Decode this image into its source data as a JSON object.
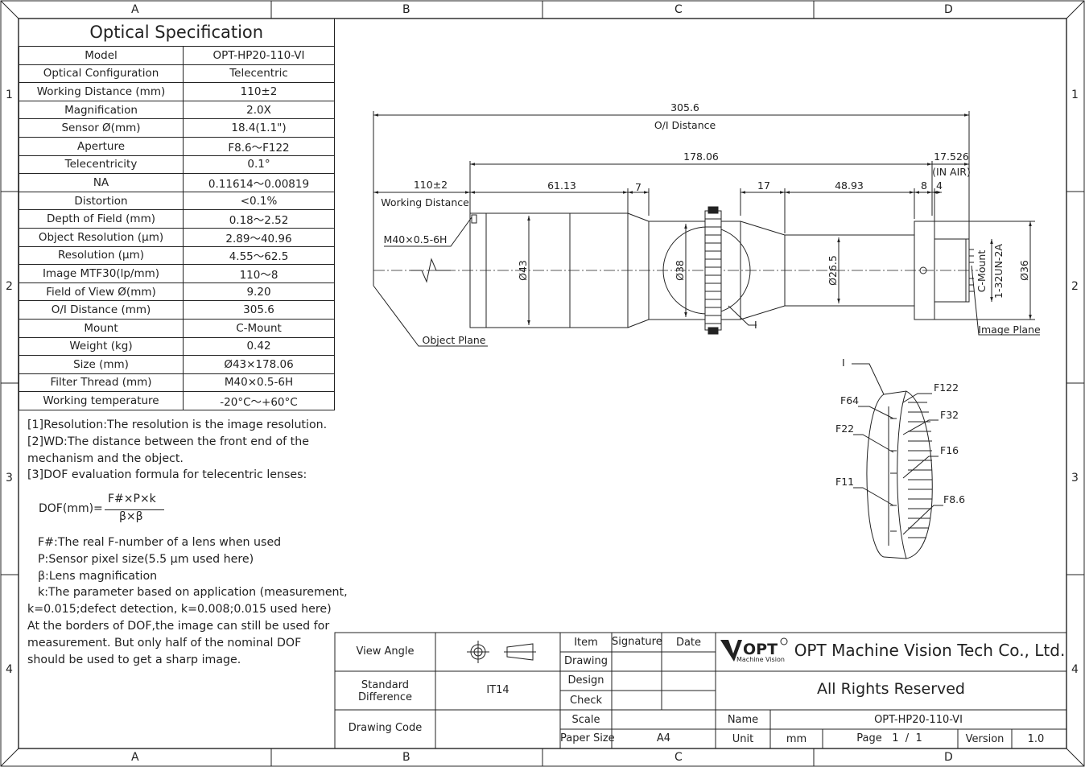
{
  "zones": {
    "columns": [
      "A",
      "B",
      "C",
      "D"
    ],
    "rows": [
      "1",
      "2",
      "3",
      "4"
    ]
  },
  "spec": {
    "title": "Optical Specification",
    "rows": [
      {
        "key": "Model",
        "value": "OPT-HP20-110-VI"
      },
      {
        "key": "Optical Configuration",
        "value": "Telecentric"
      },
      {
        "key": "Working Distance (mm)",
        "value": "110±2"
      },
      {
        "key": "Magnification",
        "value": "2.0X"
      },
      {
        "key": "Sensor Ø(mm)",
        "value": "18.4(1.1\")"
      },
      {
        "key": "Aperture",
        "value": "F8.6～F122"
      },
      {
        "key": "Telecentricity",
        "value": "0.1°"
      },
      {
        "key": "NA",
        "value": "0.11614～0.00819"
      },
      {
        "key": "Distortion",
        "value": "<0.1%"
      },
      {
        "key": "Depth of Field (mm)",
        "value": "0.18～2.52"
      },
      {
        "key": "Object Resolution (μm)",
        "value": "2.89～40.96"
      },
      {
        "key": "Resolution (μm)",
        "value": "4.55～62.5"
      },
      {
        "key": "Image MTF30(lp/mm)",
        "value": "110～8"
      },
      {
        "key": "Field of View Ø(mm)",
        "value": "9.20"
      },
      {
        "key": "O/I Distance (mm)",
        "value": "305.6"
      },
      {
        "key": "Mount",
        "value": "C-Mount"
      },
      {
        "key": "Weight (kg)",
        "value": "0.42"
      },
      {
        "key": "Size (mm)",
        "value": "Ø43×178.06"
      },
      {
        "key": "Filter Thread (mm)",
        "value": "M40×0.5-6H"
      },
      {
        "key": "Working temperature",
        "value": "-20°C～+60°C"
      }
    ]
  },
  "notes": [
    "[1]Resolution:The resolution is the image resolution.",
    "[2]WD:The distance between the front end of the mechanism and the object.",
    "[3]DOF evaluation formula for telecentric lenses:"
  ],
  "formula": {
    "lhs": "DOF(mm)=",
    "numerator": "F#×P×k",
    "denominator": "β×β"
  },
  "definitions": [
    "F#:The real F-number of a lens when used",
    "P:Sensor pixel size(5.5 μm used here)",
    "β:Lens magnification",
    "k:The parameter based on application (measurement, k=0.015;defect detection, k=0.008;0.015 used here)",
    "At the borders of DOF,the image can still be used for measurement. But only half of the nominal DOF should be used to get a sharp image."
  ],
  "drawing": {
    "oi_distance_value": "305.6",
    "oi_distance_label": "O/I Distance",
    "length_value": "178.06",
    "air_value": "17.526",
    "air_label": "(IN AIR)",
    "wd_value": "110±2",
    "wd_label": "Working Distance",
    "d1": "61.13",
    "d2": "7",
    "d3": "17",
    "d4": "48.93",
    "d5": "8",
    "d6": "4",
    "thread_label": "M40×0.5-6H",
    "dia43": "Ø43",
    "dia38": "Ø38",
    "dia26": "Ø26.5",
    "dia36": "Ø36",
    "cmount": "C-Mount",
    "cmount_thread": "1-32UN-2A",
    "object_plane": "Object Plane",
    "image_plane": "Image Plane",
    "ring_marker": "I",
    "detail_marker": "I",
    "f_labels": [
      "F122",
      "F64",
      "F32",
      "F22",
      "F16",
      "F11",
      "F8.6"
    ]
  },
  "title_block": {
    "view_angle": "View Angle",
    "standard_difference": "Standard Difference",
    "tolerance": "IT14",
    "drawing_code": "Drawing Code",
    "item": "Item",
    "signature": "Signature",
    "date": "Date",
    "drawing": "Drawing",
    "design": "Design",
    "check": "Check",
    "scale": "Scale",
    "paper_size": "Paper Size",
    "paper_value": "A4",
    "logo_text": "OPT",
    "logo_sub": "Machine Vision",
    "company": "OPT Machine Vision Tech Co., Ltd.",
    "rights": "All Rights Reserved",
    "name_label": "Name",
    "name_value": "OPT-HP20-110-VI",
    "unit_label": "Unit",
    "unit_value": "mm",
    "page_label": "Page",
    "page_value": "1  /  1",
    "version_label": "Version",
    "version_value": "1.0"
  }
}
